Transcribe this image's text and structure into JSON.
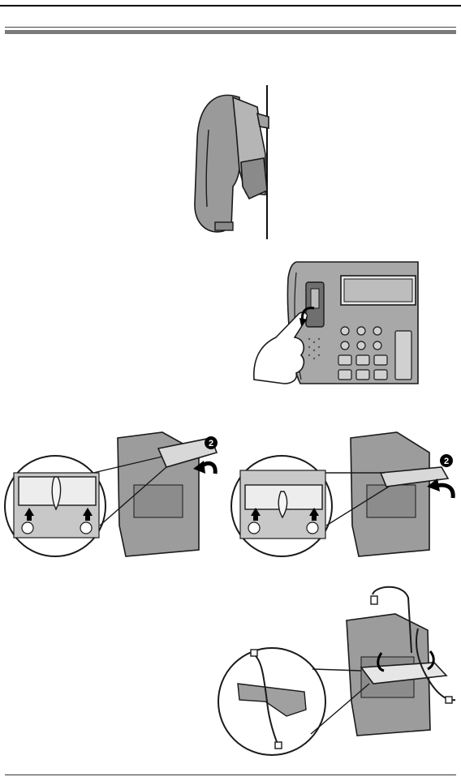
{
  "page": {
    "background": "#ffffff",
    "rule_color": "#000000",
    "gray_rule_color": "#7a7a7a"
  },
  "figures": {
    "fig1": {
      "icon": "wall-mounted-phone-side-view"
    },
    "fig2": {
      "icon": "finger-pressing-hook-tab"
    },
    "fig3": {
      "icon": "removing-wall-mount-adaptor-1",
      "badge": "2"
    },
    "fig4": {
      "icon": "removing-wall-mount-adaptor-2",
      "badge": "2"
    },
    "fig5": {
      "icon": "cord-routing-through-adaptor"
    }
  }
}
